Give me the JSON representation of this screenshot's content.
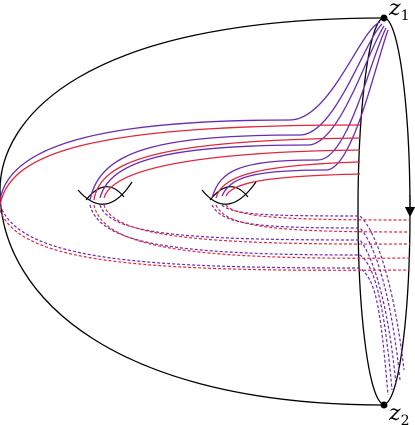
{
  "diagram": {
    "labels": {
      "top_point": {
        "main": "z",
        "sub": "1"
      },
      "bottom_point": {
        "main": "z",
        "sub": "2"
      }
    },
    "colors": {
      "outline": "#000000",
      "purple_curves": "#6a2bb0",
      "red_curves": "#e0283c"
    }
  }
}
